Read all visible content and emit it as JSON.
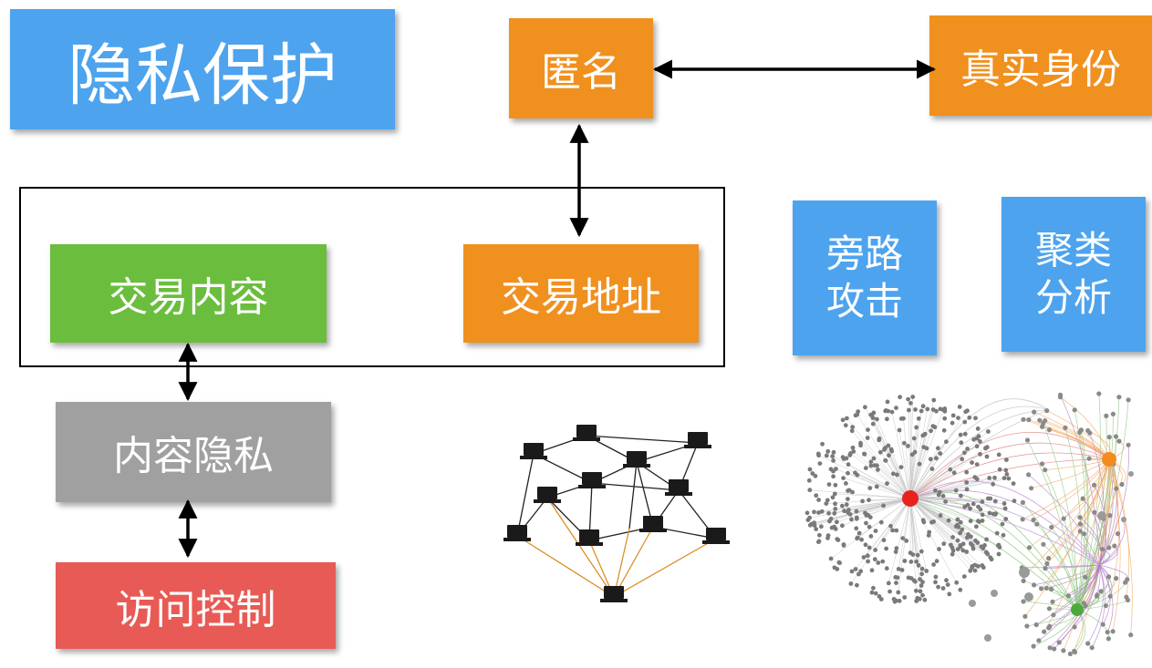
{
  "colors": {
    "blue": "#4da3ee",
    "orange": "#f0901f",
    "green": "#6bbd3e",
    "gray": "#a0a0a0",
    "red": "#e85a55",
    "node_red": "#e8231e",
    "node_orange": "#f58a1f",
    "node_green": "#4caa3c"
  },
  "title": "隐私保护",
  "nodes": {
    "anonymous": "匿名",
    "real_identity": "真实身份",
    "tx_content": "交易内容",
    "tx_address": "交易地址",
    "content_privacy": "内容隐私",
    "access_control": "访问控制",
    "side_channel": [
      "旁路",
      "攻击"
    ],
    "clustering": [
      "聚类",
      "分析"
    ]
  },
  "icons": {
    "network_diagram": "laptop-network-icon",
    "cluster_graph": "cluster-graph-icon"
  }
}
